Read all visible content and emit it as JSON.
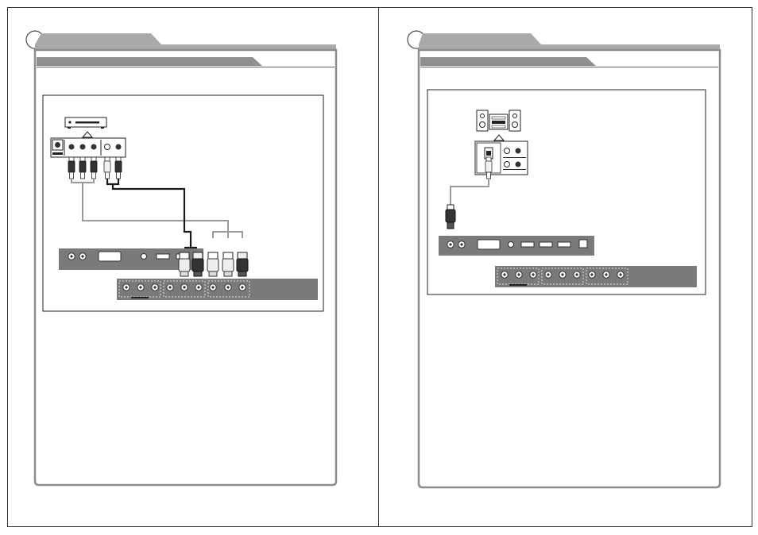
{
  "pages": [
    {
      "section_tab_label": "",
      "subsection_label": "",
      "figure": {
        "source_device": "dvd-player",
        "connection": "component-video-and-audio",
        "cable_colors": {
          "green": "#2f2f2f",
          "blue": "#5a5a5a",
          "red": "#8a8a8a",
          "white": "#dcdcdc",
          "red_audio": "#6b6b6b"
        }
      }
    },
    {
      "section_tab_label": "",
      "subsection_label": "",
      "figure": {
        "source_device": "audio-amplifier",
        "connection": "optical-coaxial-audio-out"
      }
    }
  ],
  "colors": {
    "frame": "#8c8c8c",
    "tab": "#a9a9a9",
    "tab_dark": "#8f8f8f",
    "panel": "#7a7a7a",
    "line": "#222222"
  }
}
